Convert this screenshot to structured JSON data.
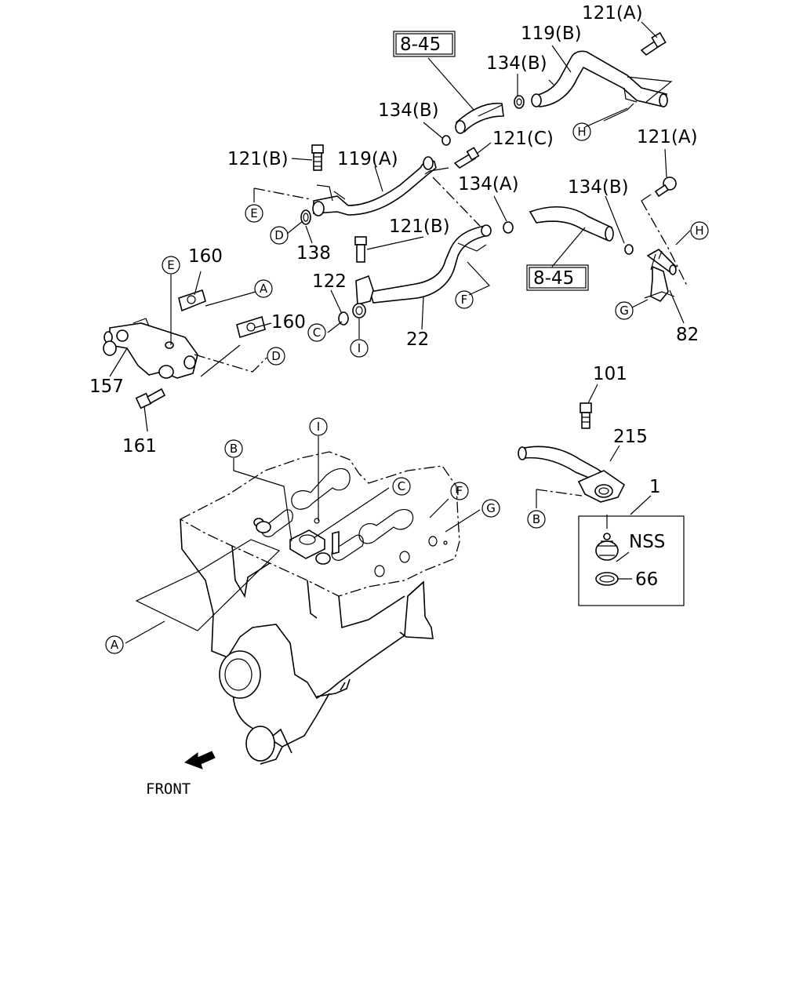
{
  "callouts": {
    "c121a_top": "121(A)",
    "c119b": "119(B)",
    "c134b_top": "134(B)",
    "c134b_mid": "134(B)",
    "c121c": "121(C)",
    "c121a_right": "121(A)",
    "c121b_left": "121(B)",
    "c119a": "119(A)",
    "c134a": "134(A)",
    "c134b_right": "134(B)",
    "c138": "138",
    "c121b_mid": "121(B)",
    "c122": "122",
    "c22": "22",
    "c82": "82",
    "c160_top": "160",
    "c160_mid": "160",
    "c157": "157",
    "c161": "161",
    "c101": "101",
    "c215": "215",
    "c1": "1",
    "cNSS": "NSS",
    "c66": "66"
  },
  "refs": {
    "ref_top": "8-45",
    "ref_mid": "8-45"
  },
  "markers": {
    "A": "A",
    "B": "B",
    "C": "C",
    "D": "D",
    "E": "E",
    "F": "F",
    "G": "G",
    "H": "H",
    "I": "I"
  },
  "front_label": "FRONT"
}
